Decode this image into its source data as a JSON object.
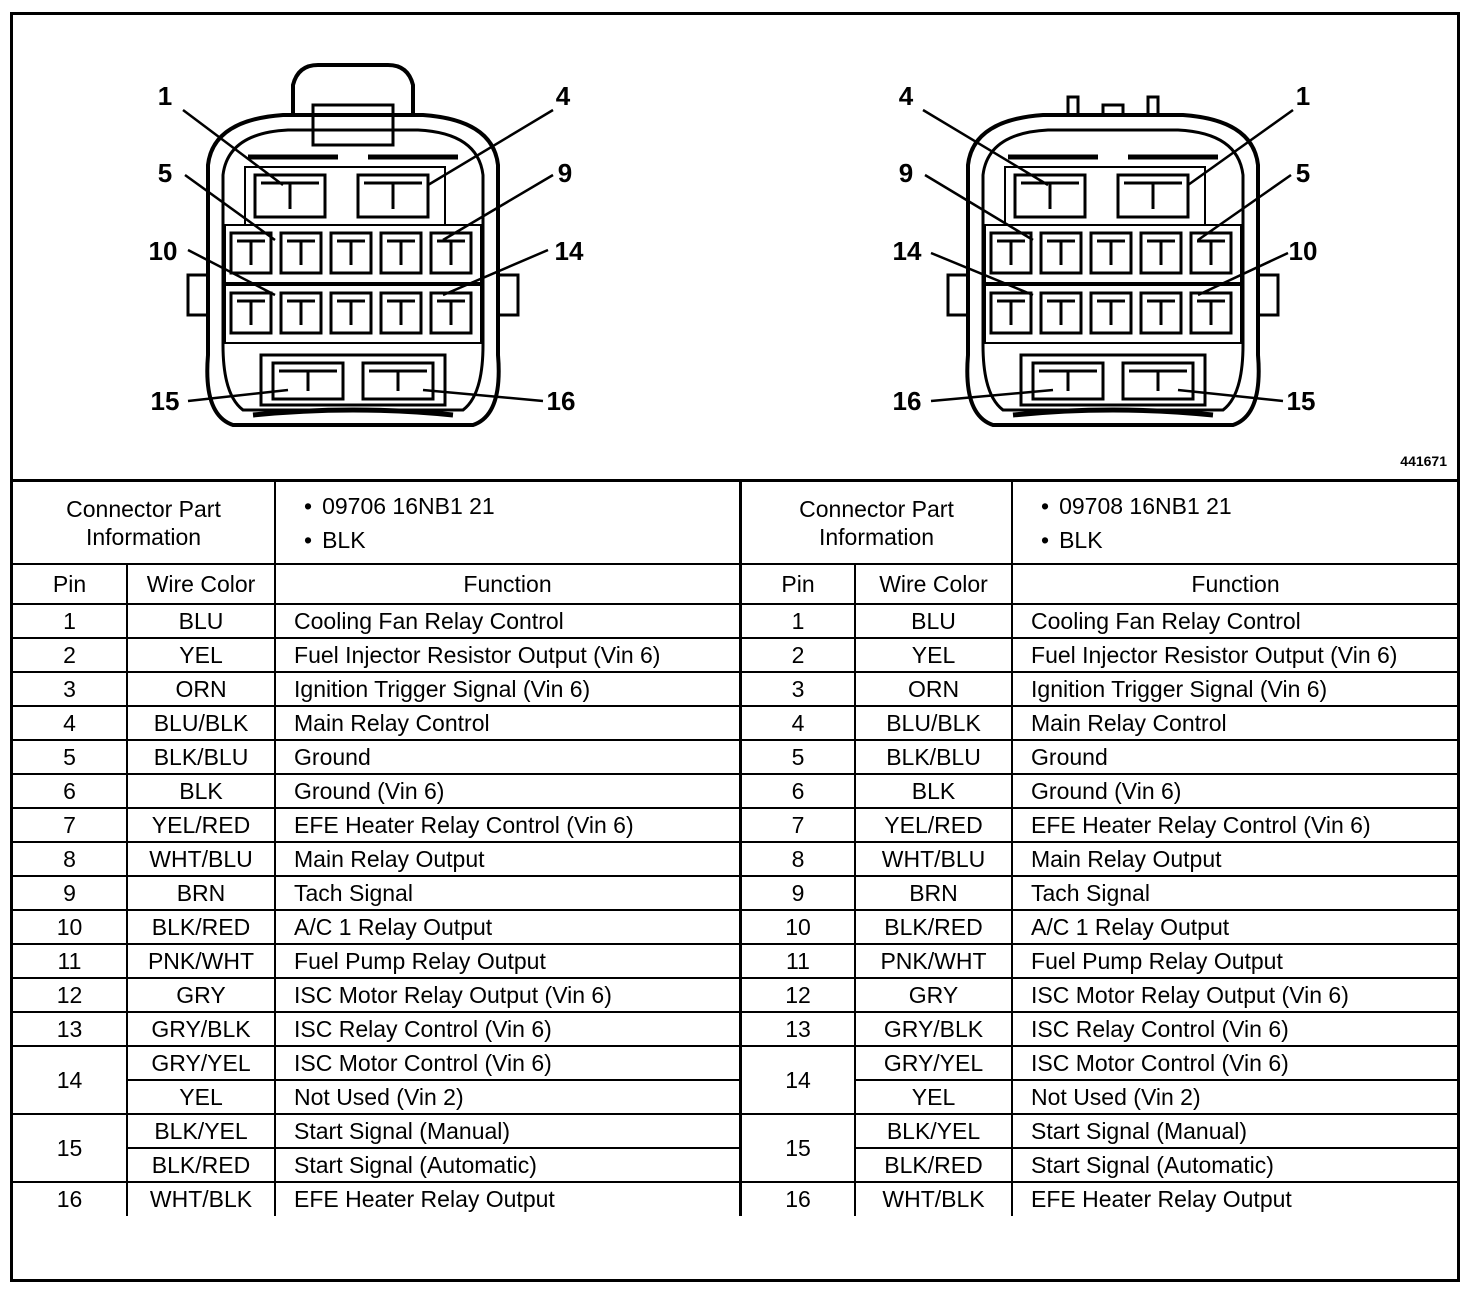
{
  "figure_id": "441671",
  "left_connector": {
    "pin_callouts": [
      "1",
      "4",
      "5",
      "9",
      "10",
      "14",
      "15",
      "16"
    ],
    "part_info_label": "Connector Part Information",
    "part_info_values": [
      "09706 16NB1 21",
      "BLK"
    ]
  },
  "right_connector": {
    "pin_callouts": [
      "4",
      "1",
      "9",
      "5",
      "14",
      "10",
      "16",
      "15"
    ],
    "part_info_label": "Connector Part Information",
    "part_info_values": [
      "09708 16NB1 21",
      "BLK"
    ]
  },
  "columns": {
    "pin": "Pin",
    "wire_color": "Wire Color",
    "function": "Function"
  },
  "rows": [
    {
      "pin": "1",
      "wires": [
        [
          "BLU",
          "Cooling Fan Relay Control"
        ]
      ]
    },
    {
      "pin": "2",
      "wires": [
        [
          "YEL",
          "Fuel Injector Resistor Output (Vin 6)"
        ]
      ]
    },
    {
      "pin": "3",
      "wires": [
        [
          "ORN",
          "Ignition Trigger Signal (Vin 6)"
        ]
      ]
    },
    {
      "pin": "4",
      "wires": [
        [
          "BLU/BLK",
          "Main Relay Control"
        ]
      ]
    },
    {
      "pin": "5",
      "wires": [
        [
          "BLK/BLU",
          "Ground"
        ]
      ]
    },
    {
      "pin": "6",
      "wires": [
        [
          "BLK",
          "Ground (Vin 6)"
        ]
      ]
    },
    {
      "pin": "7",
      "wires": [
        [
          "YEL/RED",
          "EFE Heater Relay Control (Vin 6)"
        ]
      ]
    },
    {
      "pin": "8",
      "wires": [
        [
          "WHT/BLU",
          "Main Relay Output"
        ]
      ]
    },
    {
      "pin": "9",
      "wires": [
        [
          "BRN",
          "Tach Signal"
        ]
      ]
    },
    {
      "pin": "10",
      "wires": [
        [
          "BLK/RED",
          "A/C 1 Relay Output"
        ]
      ]
    },
    {
      "pin": "11",
      "wires": [
        [
          "PNK/WHT",
          "Fuel Pump Relay Output"
        ]
      ]
    },
    {
      "pin": "12",
      "wires": [
        [
          "GRY",
          "ISC Motor Relay Output (Vin 6)"
        ]
      ]
    },
    {
      "pin": "13",
      "wires": [
        [
          "GRY/BLK",
          "ISC Relay Control (Vin 6)"
        ]
      ]
    },
    {
      "pin": "14",
      "wires": [
        [
          "GRY/YEL",
          "ISC Motor Control (Vin 6)"
        ],
        [
          "YEL",
          "Not Used (Vin 2)"
        ]
      ]
    },
    {
      "pin": "15",
      "wires": [
        [
          "BLK/YEL",
          "Start Signal (Manual)"
        ],
        [
          "BLK/RED",
          "Start Signal (Automatic)"
        ]
      ]
    },
    {
      "pin": "16",
      "wires": [
        [
          "WHT/BLK",
          "EFE Heater Relay Output"
        ]
      ]
    }
  ]
}
